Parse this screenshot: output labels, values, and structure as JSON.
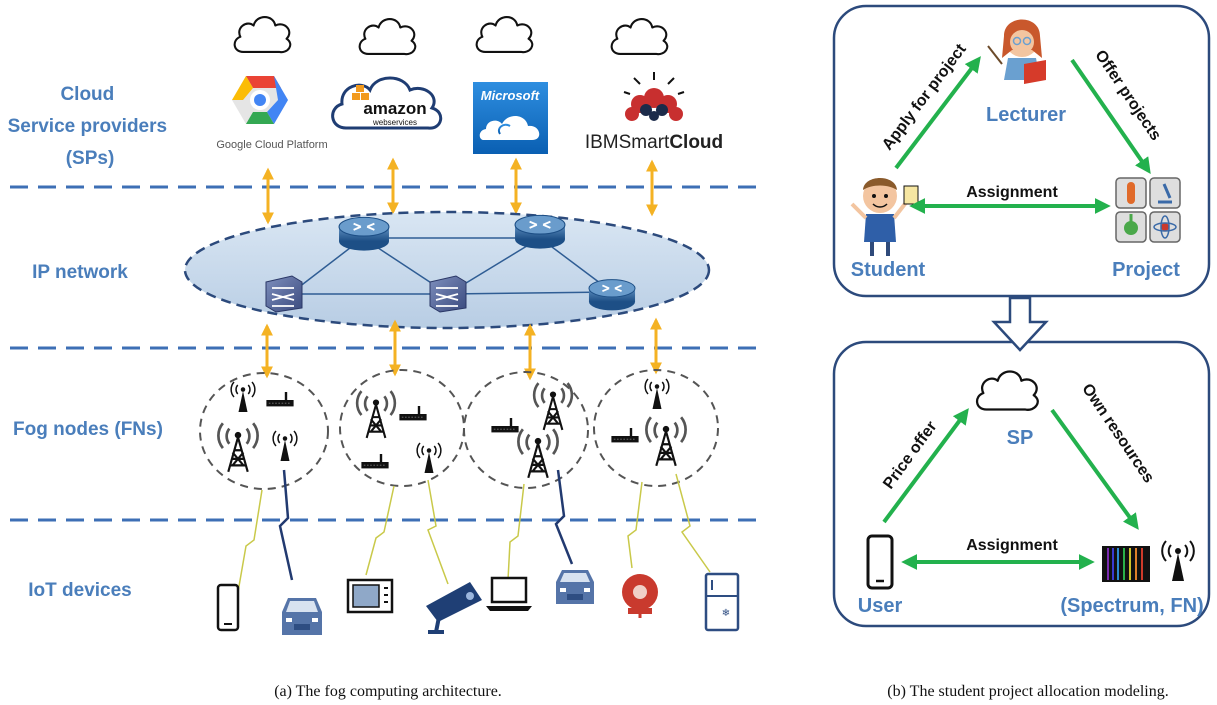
{
  "left_panel": {
    "layers": {
      "cloud": [
        "Cloud",
        "Service providers",
        "(SPs)"
      ],
      "ip": "IP network",
      "fog": "Fog nodes (FNs)",
      "iot": "IoT devices"
    },
    "providers": {
      "google": "Google Cloud Platform",
      "amazon_top": "amazon",
      "amazon_bottom": "webservices",
      "microsoft": "Microsoft",
      "ibm_prefix": "IBMSmart",
      "ibm_suffix": "Cloud"
    },
    "caption": "(a) The fog computing architecture."
  },
  "right_panel": {
    "top": {
      "lecturer": "Lecturer",
      "student": "Student",
      "project": "Project",
      "apply": "Apply for project",
      "offer": "Offer projects",
      "assignment": "Assignment"
    },
    "bottom": {
      "sp": "SP",
      "user": "User",
      "resource": "(Spectrum, FN)",
      "price": "Price offer",
      "own": "Own resources",
      "assignment": "Assignment"
    },
    "caption": "(b) The student project allocation modeling."
  },
  "colors": {
    "label_blue": "#4a7ebb",
    "dash_blue": "#3d6fb5",
    "arrow_orange": "#f4b223",
    "arrow_green": "#23b14d",
    "box_border": "#2c4a7c"
  },
  "icons": [
    "cloud-icon",
    "router-icon",
    "switch-icon",
    "antenna-icon",
    "tower-icon",
    "phone-icon",
    "car-icon",
    "microwave-icon",
    "camera-icon",
    "laptop-icon",
    "alarm-icon",
    "fridge-icon",
    "lecturer-icon",
    "student-icon",
    "project-icon",
    "spectrum-icon"
  ]
}
